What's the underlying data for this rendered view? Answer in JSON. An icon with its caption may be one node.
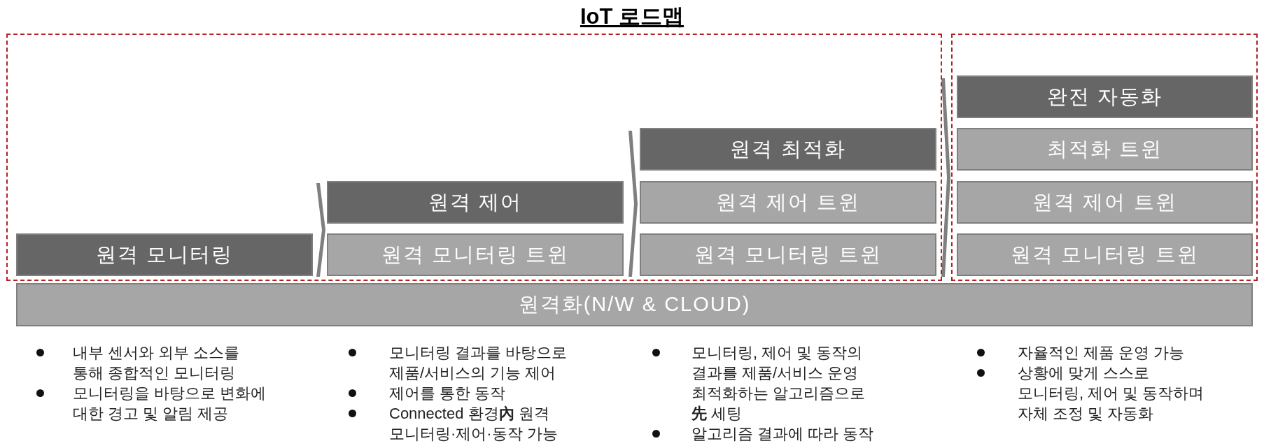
{
  "diagram": {
    "title": "IoT 로드맵",
    "nodes": [
      {
        "text": [],
        "shape": "box"
      },
      {
        "text": [
          "원격 모니터링"
        ],
        "in": 0
      },
      {
        "text": [
          "원격 제어"
        ],
        "in": 0
      },
      {
        "text": [
          "원격 모니터링 트윈"
        ],
        "in": 0
      },
      {
        "text": [
          "원격 최적화"
        ],
        "in": 0
      },
      {
        "text": [
          "원격 제어 트윈"
        ],
        "in": 0
      },
      {
        "text": [
          "원격 모니터링 트윈"
        ],
        "in": 0
      },
      {
        "text": [],
        "shape": "box"
      },
      {
        "text": [
          "완전 자동화"
        ],
        "in": 7
      },
      {
        "text": [
          "최적화 트윈"
        ],
        "in": 7
      },
      {
        "text": [
          "원격 제어 트윈"
        ],
        "in": 7
      },
      {
        "text": [
          "원격 모니터링 트윈"
        ],
        "in": 7
      },
      {
        "text": [
          "원격화(N/W & CLOUD)"
        ]
      }
    ],
    "labels": [
      "내부 센서와 외부 소스를 통해 종합적인 모니터링",
      "모니터링을 바탕으로 변화에 대한 경고 및 알림 제공",
      "모니터링 결과를 바탕으로 제품/서비스의 기능 제어",
      "제어를 통한 동작",
      "Connected 환경**內** 원격 모니터링·제어·동작 가능",
      "모니터링, 제어 및 동작의 결과를 제품/서비스 운영 최적화하는 알고리즘으로 **先** 세팅",
      "알고리즘 결과에 따라 동작",
      "자율적인 제품 운영 가능",
      "상황에 맞게 스스로 모니터링, 제어 및 동작하며 자체 조정 및 자동화"
    ]
  }
}
